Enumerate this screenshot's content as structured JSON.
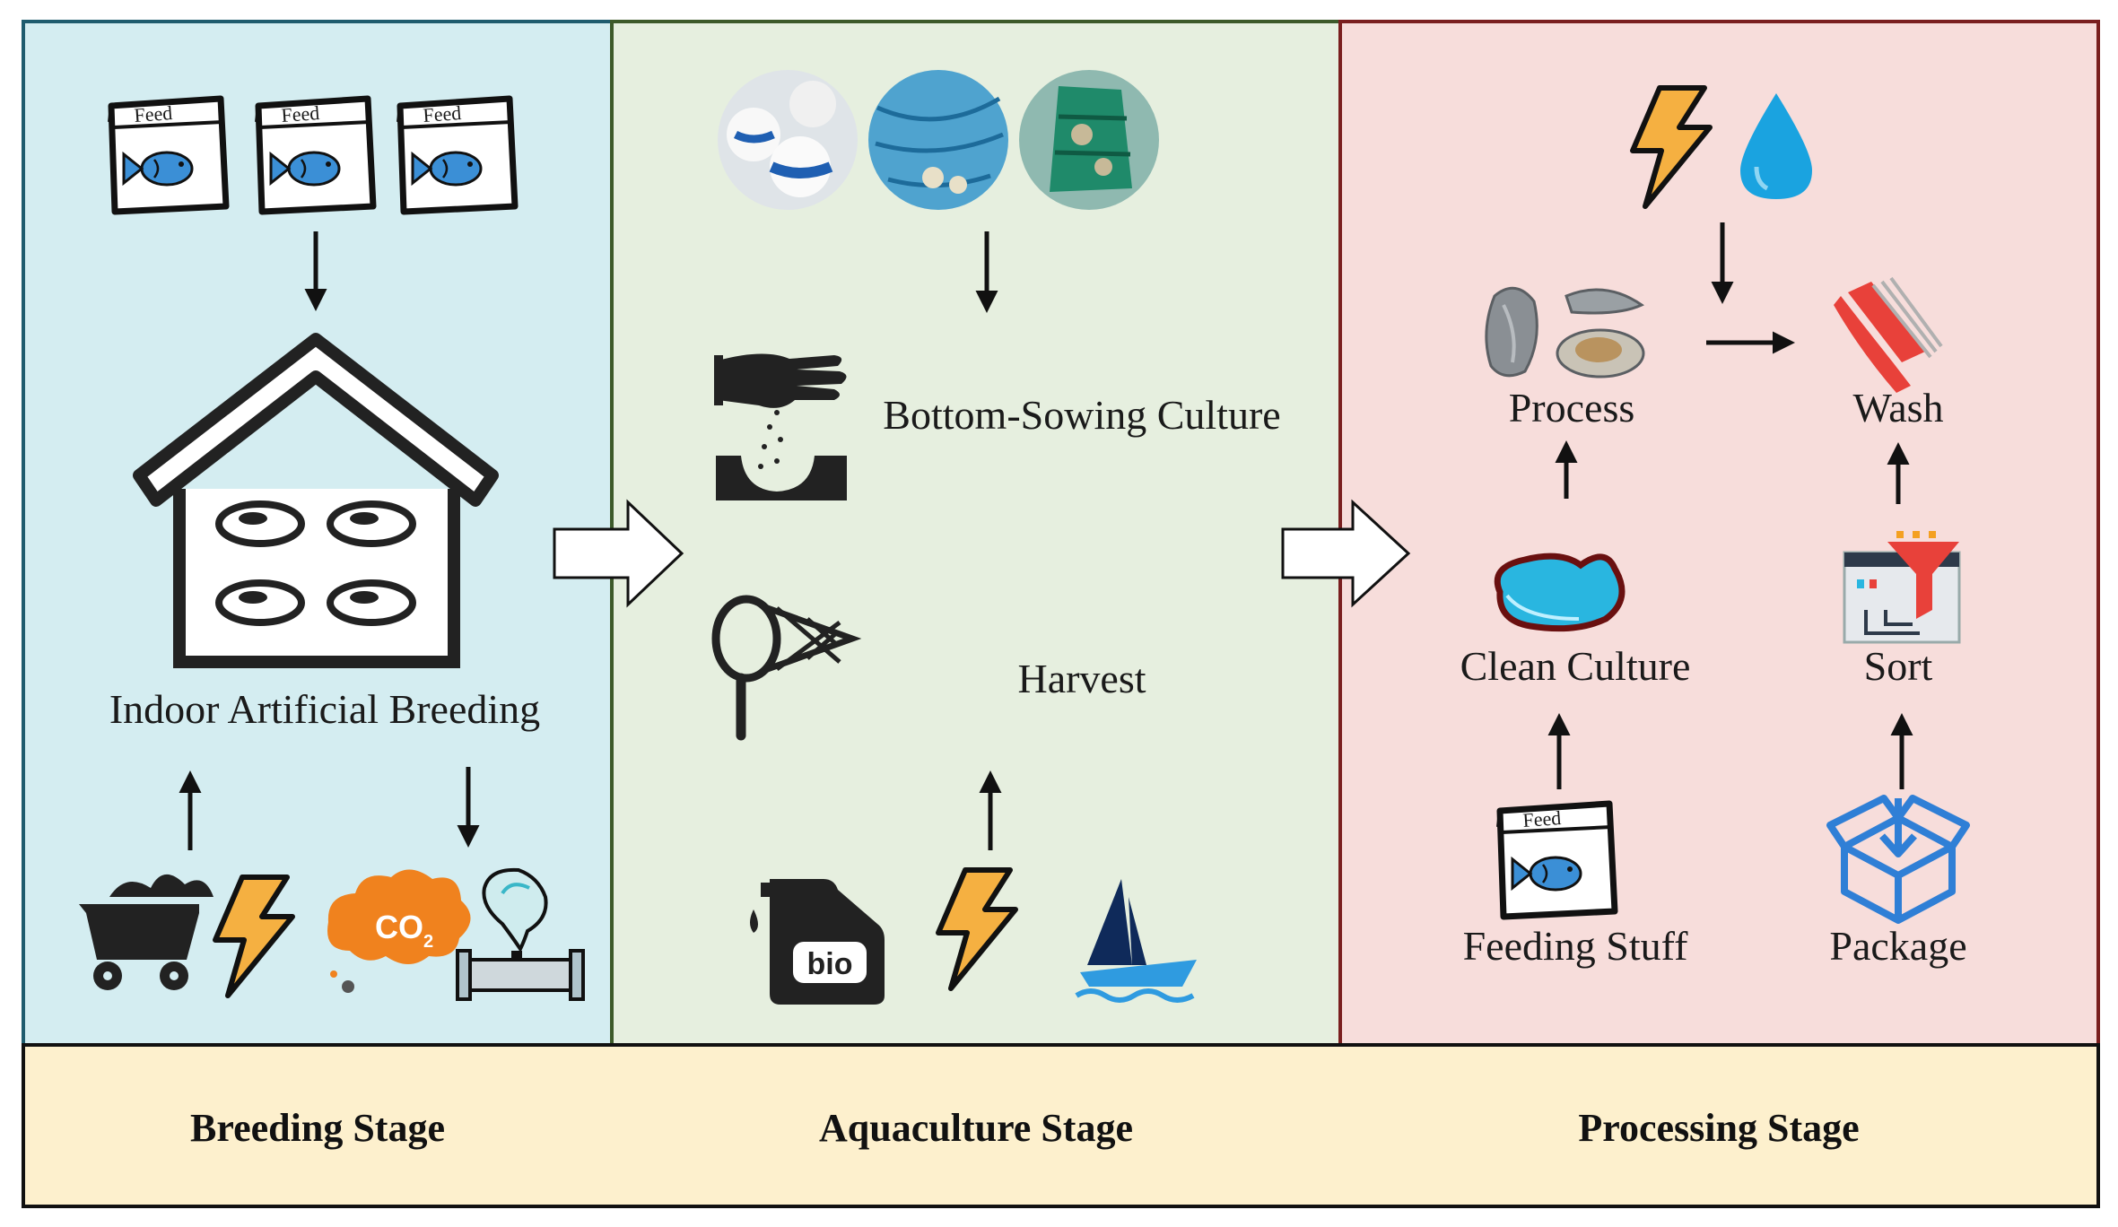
{
  "panels": {
    "breeding": {
      "bg": "#d4edf1",
      "border": "#1f5c6e",
      "feed_bag_label": "Feed",
      "main_label": "Indoor Artificial Breeding",
      "co2_label": "CO",
      "co2_sub": "2"
    },
    "aquaculture": {
      "bg": "#e6efdf",
      "border": "#3d5a2a",
      "sowing_label": "Bottom-Sowing Culture",
      "harvest_label": "Harvest",
      "bio_label": "bio"
    },
    "processing": {
      "bg": "#f7dddb",
      "border": "#7a1f1f",
      "process_label": "Process",
      "wash_label": "Wash",
      "clean_label": "Clean Culture",
      "sort_label": "Sort",
      "feeding_label": "Feeding Stuff",
      "feed_bag_label": "Feed",
      "package_label": "Package"
    }
  },
  "footer": {
    "bg": "#fdf0cd",
    "breeding_stage": "Breeding Stage",
    "aquaculture_stage": "Aquaculture Stage",
    "processing_stage": "Processing Stage"
  },
  "colors": {
    "arrow": "#111111",
    "bolt_fill": "#f5b041",
    "co2_cloud": "#f0821e",
    "water_drop": "#1aa3e0",
    "fish": "#3b8fd6",
    "pool_water": "#29b6e0",
    "wash_brush": "#e8413a",
    "package_box": "#2f7fd6",
    "sail": "#0f2a5a",
    "wave": "#2f9be0"
  }
}
